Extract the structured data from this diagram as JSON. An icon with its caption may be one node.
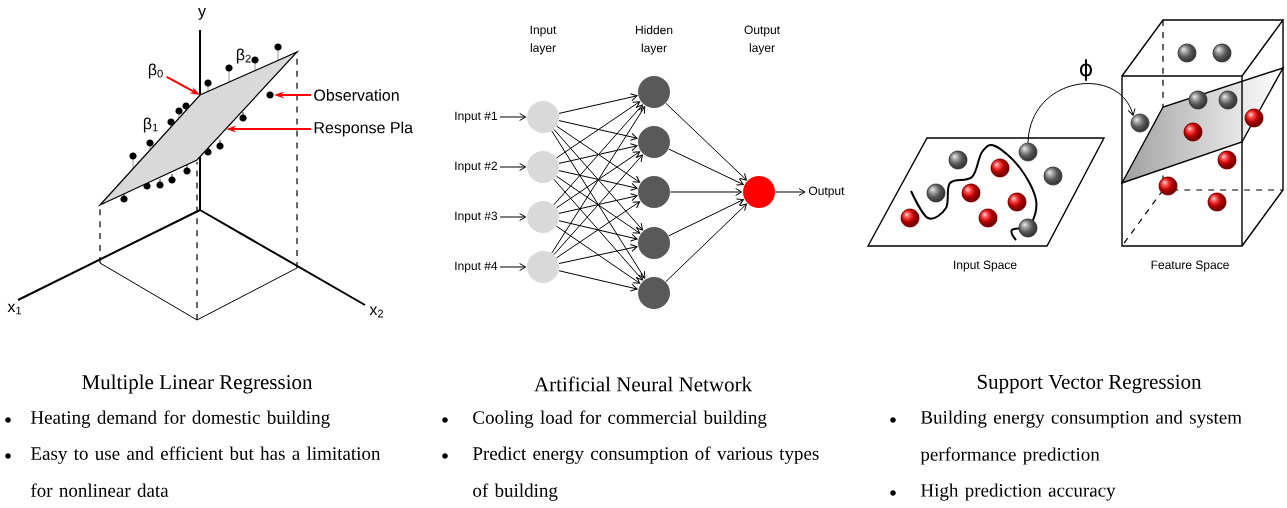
{
  "diagram": {
    "nodes": [
      {
        "text": [
          "β$_{0}$"
        ]
      },
      {
        "text": [],
        "shape": "parallelogram"
      },
      {
        "text": [
          "Observation"
        ]
      },
      {
        "text": [],
        "shape": "circle"
      },
      {
        "text": [
          "Response Pla"
        ]
      },
      {
        "text": [
          "Input #1"
        ]
      },
      {
        "text": [
          "Input #2"
        ]
      },
      {
        "text": [
          "Input #3"
        ]
      },
      {
        "text": [
          "Input #4"
        ]
      },
      {
        "text": [],
        "shape": "circle"
      },
      {
        "text": [],
        "shape": "circle"
      },
      {
        "text": [],
        "shape": "circle"
      },
      {
        "text": [],
        "shape": "circle"
      },
      {
        "text": [],
        "shape": "circle"
      },
      {
        "text": [],
        "shape": "circle"
      },
      {
        "text": [],
        "shape": "circle"
      },
      {
        "text": [],
        "shape": "circle"
      },
      {
        "text": [],
        "shape": "circle"
      },
      {
        "text": [],
        "shape": "circle"
      },
      {
        "text": [
          "Output"
        ]
      },
      {
        "text": [
          "Input Space"
        ]
      },
      {
        "text": [],
        "shape": "circle",
        "in": 20
      },
      {
        "text": [
          "Feature Space"
        ]
      },
      {
        "text": [],
        "shape": "circle",
        "in": 22
      }
    ],
    "edges": [
      {
        "from": 0,
        "to": 1,
        "arrow": "to",
        "color": "#ff0000"
      },
      {
        "from": 2,
        "to": 3,
        "arrow": "to",
        "color": "#ff0000"
      },
      {
        "from": 4,
        "to": 1,
        "arrow": "to",
        "color": "#ff0000"
      },
      {
        "from": 5,
        "to": 9,
        "arrow": "to"
      },
      {
        "from": 6,
        "to": 10,
        "arrow": "to"
      },
      {
        "from": 7,
        "to": 11,
        "arrow": "to"
      },
      {
        "from": 8,
        "to": 12,
        "arrow": "to"
      },
      {
        "from": 9,
        "to": 13,
        "arrow": "to"
      },
      {
        "from": 9,
        "to": 14,
        "arrow": "to"
      },
      {
        "from": 9,
        "to": 15,
        "arrow": "to"
      },
      {
        "from": 9,
        "to": 16,
        "arrow": "to"
      },
      {
        "from": 9,
        "to": 17,
        "arrow": "to"
      },
      {
        "from": 10,
        "to": 13,
        "arrow": "to"
      },
      {
        "from": 10,
        "to": 14,
        "arrow": "to"
      },
      {
        "from": 10,
        "to": 15,
        "arrow": "to"
      },
      {
        "from": 10,
        "to": 16,
        "arrow": "to"
      },
      {
        "from": 10,
        "to": 17,
        "arrow": "to"
      },
      {
        "from": 11,
        "to": 13,
        "arrow": "to"
      },
      {
        "from": 11,
        "to": 14,
        "arrow": "to"
      },
      {
        "from": 11,
        "to": 15,
        "arrow": "to"
      },
      {
        "from": 11,
        "to": 16,
        "arrow": "to"
      },
      {
        "from": 11,
        "to": 17,
        "arrow": "to"
      },
      {
        "from": 12,
        "to": 13,
        "arrow": "to"
      },
      {
        "from": 12,
        "to": 14,
        "arrow": "to"
      },
      {
        "from": 12,
        "to": 15,
        "arrow": "to"
      },
      {
        "from": 12,
        "to": 16,
        "arrow": "to"
      },
      {
        "from": 12,
        "to": 17,
        "arrow": "to"
      },
      {
        "from": 13,
        "to": 18,
        "arrow": "to"
      },
      {
        "from": 14,
        "to": 18,
        "arrow": "to"
      },
      {
        "from": 15,
        "to": 18,
        "arrow": "to"
      },
      {
        "from": 16,
        "to": 18,
        "arrow": "to"
      },
      {
        "from": 17,
        "to": 18,
        "arrow": "to"
      },
      {
        "from": 18,
        "to": 19,
        "arrow": "to"
      },
      {
        "from": 21,
        "to": 23,
        "arrow": "to",
        "label": "ϕ"
      }
    ],
    "labels": [
      "y",
      "β$_{2}$",
      "β$_{1}$",
      "x$_{1}$",
      "x$_{2}$",
      "Input layer",
      "Hidden layer",
      "Output layer",
      "Multiple Linear Regression",
      "Heating demand for domestic building",
      "Easy to use and efficient but has a limitation for nonlinear data",
      "Artificial Neural Network",
      "Cooling load for commercial building",
      "Predict energy consumption of various types of building",
      "Support Vector Regression",
      "Building energy consumption and system performance prediction",
      "High prediction accuracy"
    ]
  }
}
